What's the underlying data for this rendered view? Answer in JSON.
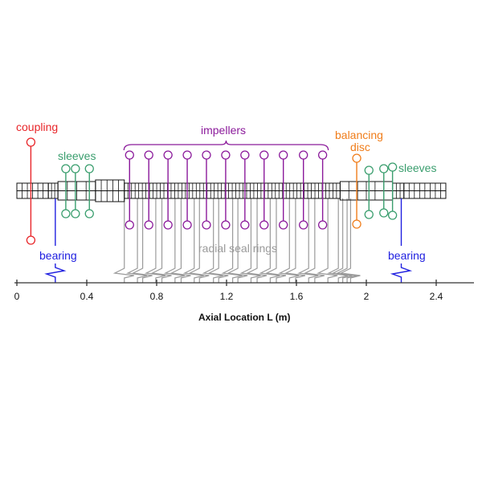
{
  "title": "Pump rotor finite element model",
  "axis": {
    "title": "Axial Location L (m)",
    "ticks": [
      "0",
      "0.4",
      "0.8",
      "1.2",
      "1.6",
      "2",
      "2.4"
    ],
    "tick_values": [
      0,
      0.4,
      0.8,
      1.2,
      1.6,
      2.0,
      2.4
    ],
    "range": [
      0,
      2.62
    ]
  },
  "colors": {
    "coupling": "#e8262a",
    "sleeves": "#3a9e6e",
    "impellers": "#8b1a9b",
    "balancing_disc": "#f07d1a",
    "bearing": "#2020e0",
    "seal_rings": "#9a9a9a",
    "shaft": "#111111"
  },
  "labels": {
    "coupling": "coupling",
    "sleeves_left": "sleeves",
    "sleeves_right": "sleeves",
    "impellers": "impellers",
    "balancing_disc_line1": "balancing",
    "balancing_disc_line2": "disc",
    "bearing_left": "bearing",
    "bearing_right": "bearing",
    "seal_rings": "radial seal rings"
  },
  "components": {
    "coupling": [
      0.08
    ],
    "bearings": [
      0.22,
      2.2
    ],
    "sleeves_left": [
      0.28,
      0.335,
      0.415
    ],
    "sleeves_right": [
      2.015,
      2.1,
      2.15
    ],
    "impellers": [
      0.645,
      0.755,
      0.865,
      0.975,
      1.085,
      1.195,
      1.305,
      1.415,
      1.525,
      1.64,
      1.75
    ],
    "balancing_disc": [
      1.945
    ],
    "seal_rings": [
      0.615,
      0.69,
      0.72,
      0.795,
      0.83,
      0.905,
      0.94,
      1.015,
      1.045,
      1.125,
      1.155,
      1.235,
      1.265,
      1.34,
      1.375,
      1.45,
      1.485,
      1.56,
      1.595,
      1.67,
      1.705,
      1.78,
      1.84,
      1.865,
      1.89,
      1.91
    ]
  },
  "shaft_segments": [
    {
      "start": 0.0,
      "end": 0.18,
      "cells": 6,
      "size": "small"
    },
    {
      "start": 0.18,
      "end": 0.235,
      "cells": 3,
      "size": "small"
    },
    {
      "start": 0.235,
      "end": 0.45,
      "cells": 4,
      "size": "medium"
    },
    {
      "start": 0.45,
      "end": 0.615,
      "cells": 5,
      "size": "large"
    },
    {
      "start": 0.615,
      "end": 1.85,
      "cells": 60,
      "size": "small"
    },
    {
      "start": 1.85,
      "end": 2.15,
      "cells": 6,
      "size": "medium"
    },
    {
      "start": 2.15,
      "end": 2.215,
      "cells": 3,
      "size": "small"
    },
    {
      "start": 2.215,
      "end": 2.455,
      "cells": 8,
      "size": "small"
    }
  ]
}
